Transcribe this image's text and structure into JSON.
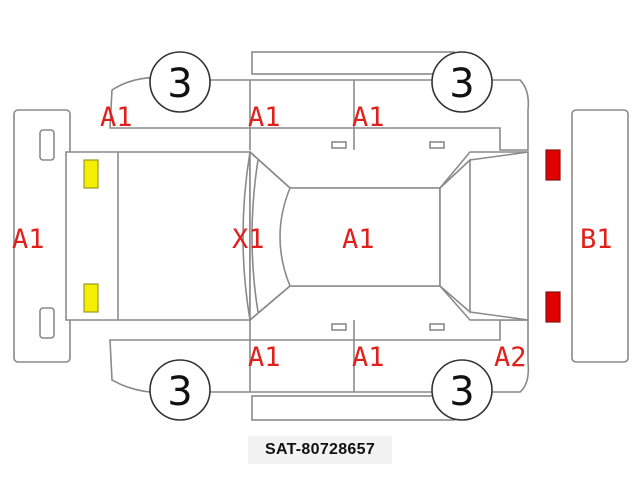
{
  "panels": {
    "front_bumper": "A1",
    "hood_left": "A1",
    "front_door_left": "A1",
    "rear_door_left": "A1",
    "windshield": "X1",
    "roof": "A1",
    "rear_bumper": "B1",
    "front_door_right": "A1",
    "rear_door_right": "A1",
    "rear_quarter_right": "A2"
  },
  "tires": {
    "front_left": "3",
    "rear_left": "3",
    "front_right": "3",
    "rear_right": "3"
  },
  "lamp_colors": {
    "front": "#f4ef00",
    "rear": "#e00000"
  },
  "stock_id": "SAT-80728657"
}
